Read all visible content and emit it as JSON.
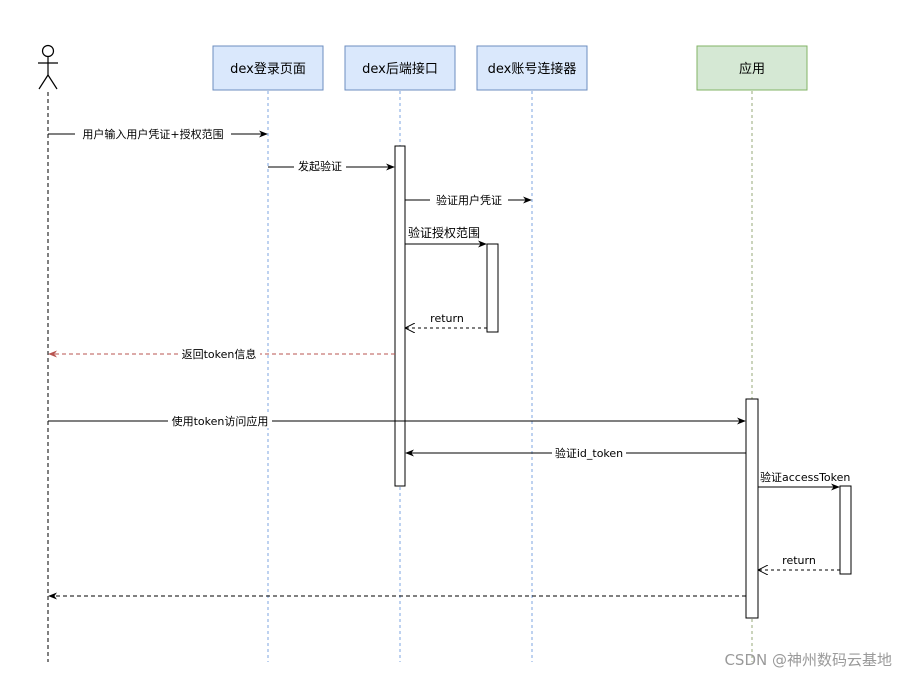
{
  "participants": {
    "user": {
      "name": ""
    },
    "login_page": {
      "name": "dex登录页面"
    },
    "backend_api": {
      "name": "dex后端接口"
    },
    "connector": {
      "name": "dex账号连接器"
    },
    "app": {
      "name": "应用"
    }
  },
  "messages": {
    "m1": "用户输入用户凭证+授权范围",
    "m2": "发起验证",
    "m3": "验证用户凭证",
    "m4": "验证授权范围",
    "m5": "return",
    "m6": "返回token信息",
    "m7": "使用token访问应用",
    "m8": "验证id_token",
    "m9": "验证accessToken",
    "m10": "return",
    "m11": ""
  },
  "watermark": "CSDN @神州数码云基地",
  "colors": {
    "default_box_fill": "#dae8fc",
    "default_box_stroke": "#6c8ebf",
    "app_box_fill": "#d5e8d4",
    "app_box_stroke": "#82b366",
    "return_token_arrow": "#b85450",
    "lifeline": "#7ea6e0",
    "line": "#000000"
  }
}
